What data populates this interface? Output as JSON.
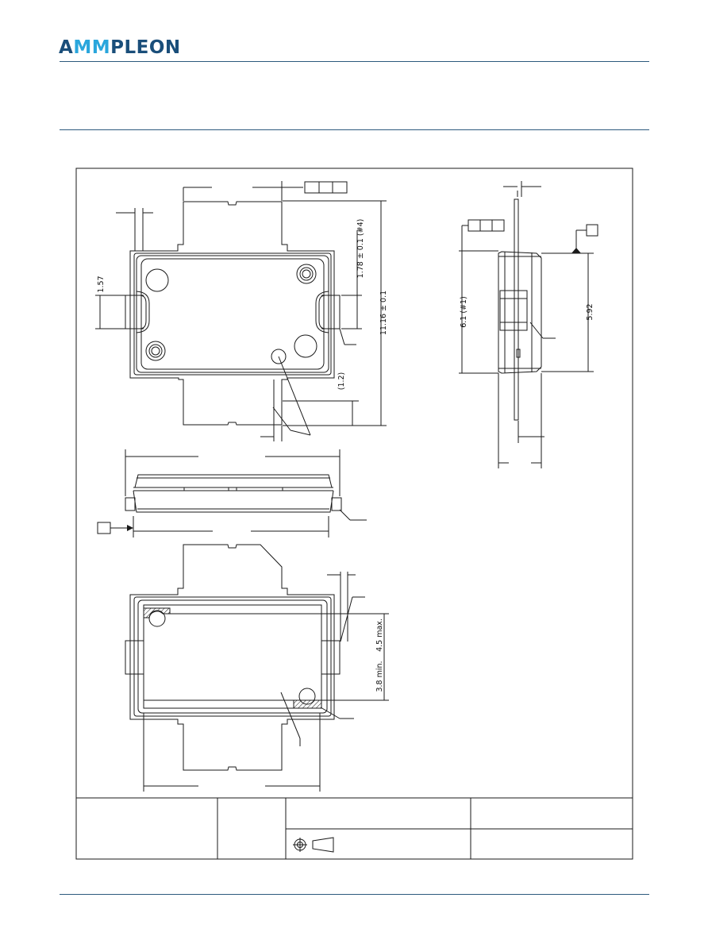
{
  "header": {
    "logo_text_a": "A",
    "logo_text_mm": "MM",
    "logo_text_rest": "PLEON"
  },
  "colors": {
    "brand_dark": "#1a4e7a",
    "brand_light": "#2aa6dc",
    "rule": "#2d5a7d",
    "line": "#1a1a1a"
  },
  "dimensions": {
    "d_1_57": "1.57",
    "d_1_78": "1.78 ± 0.1 (#4)",
    "d_11_16": "11.16 ± 0.1",
    "d_1_2": "(1.2)",
    "d_6_1": "6.1 (#1)",
    "d_5_92": "5.92",
    "d_4_5": "4.5 max.",
    "d_3_8": "3.8 min."
  }
}
